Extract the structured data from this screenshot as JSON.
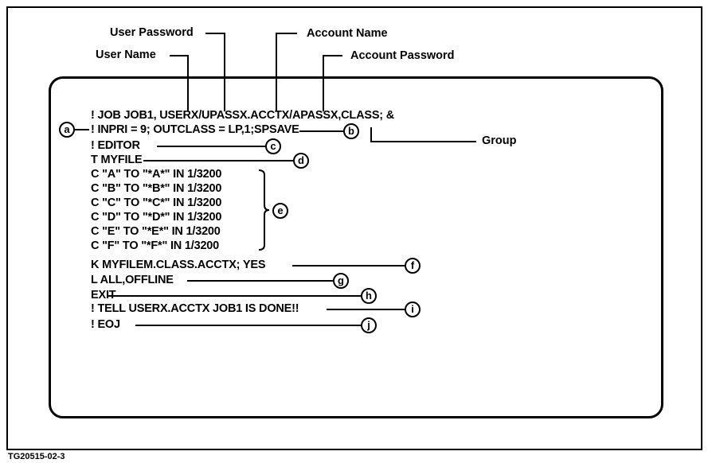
{
  "labels": {
    "user_password": "User Password",
    "user_name": "User Name",
    "account_name": "Account Name",
    "account_password": "Account Password",
    "group": "Group"
  },
  "code_lines": [
    "! JOB JOB1, USERX/UPASSX.ACCTX/APASSX,CLASS; &",
    "! INPRI = 9; OUTCLASS = LP,1;SPSAVE",
    "! EDITOR",
    "T MYFILE",
    "C \"A\" TO \"*A*\" IN 1/3200",
    "C \"B\" TO \"*B*\" IN 1/3200",
    "C \"C\" TO \"*C*\" IN 1/3200",
    "C \"D\" TO \"*D*\" IN 1/3200",
    "C \"E\" TO \"*E*\" IN 1/3200",
    "C \"F\" TO \"*F*\" IN 1/3200",
    "K MYFILEM.CLASS.ACCTX; YES",
    "L ALL,OFFLINE",
    "EXIT",
    "! TELL USERX.ACCTX JOB1 IS DONE!!",
    "! EOJ"
  ],
  "callouts": [
    "a",
    "b",
    "c",
    "d",
    "e",
    "f",
    "g",
    "h",
    "i",
    "j"
  ],
  "figure_id": "TG20515-02-3"
}
